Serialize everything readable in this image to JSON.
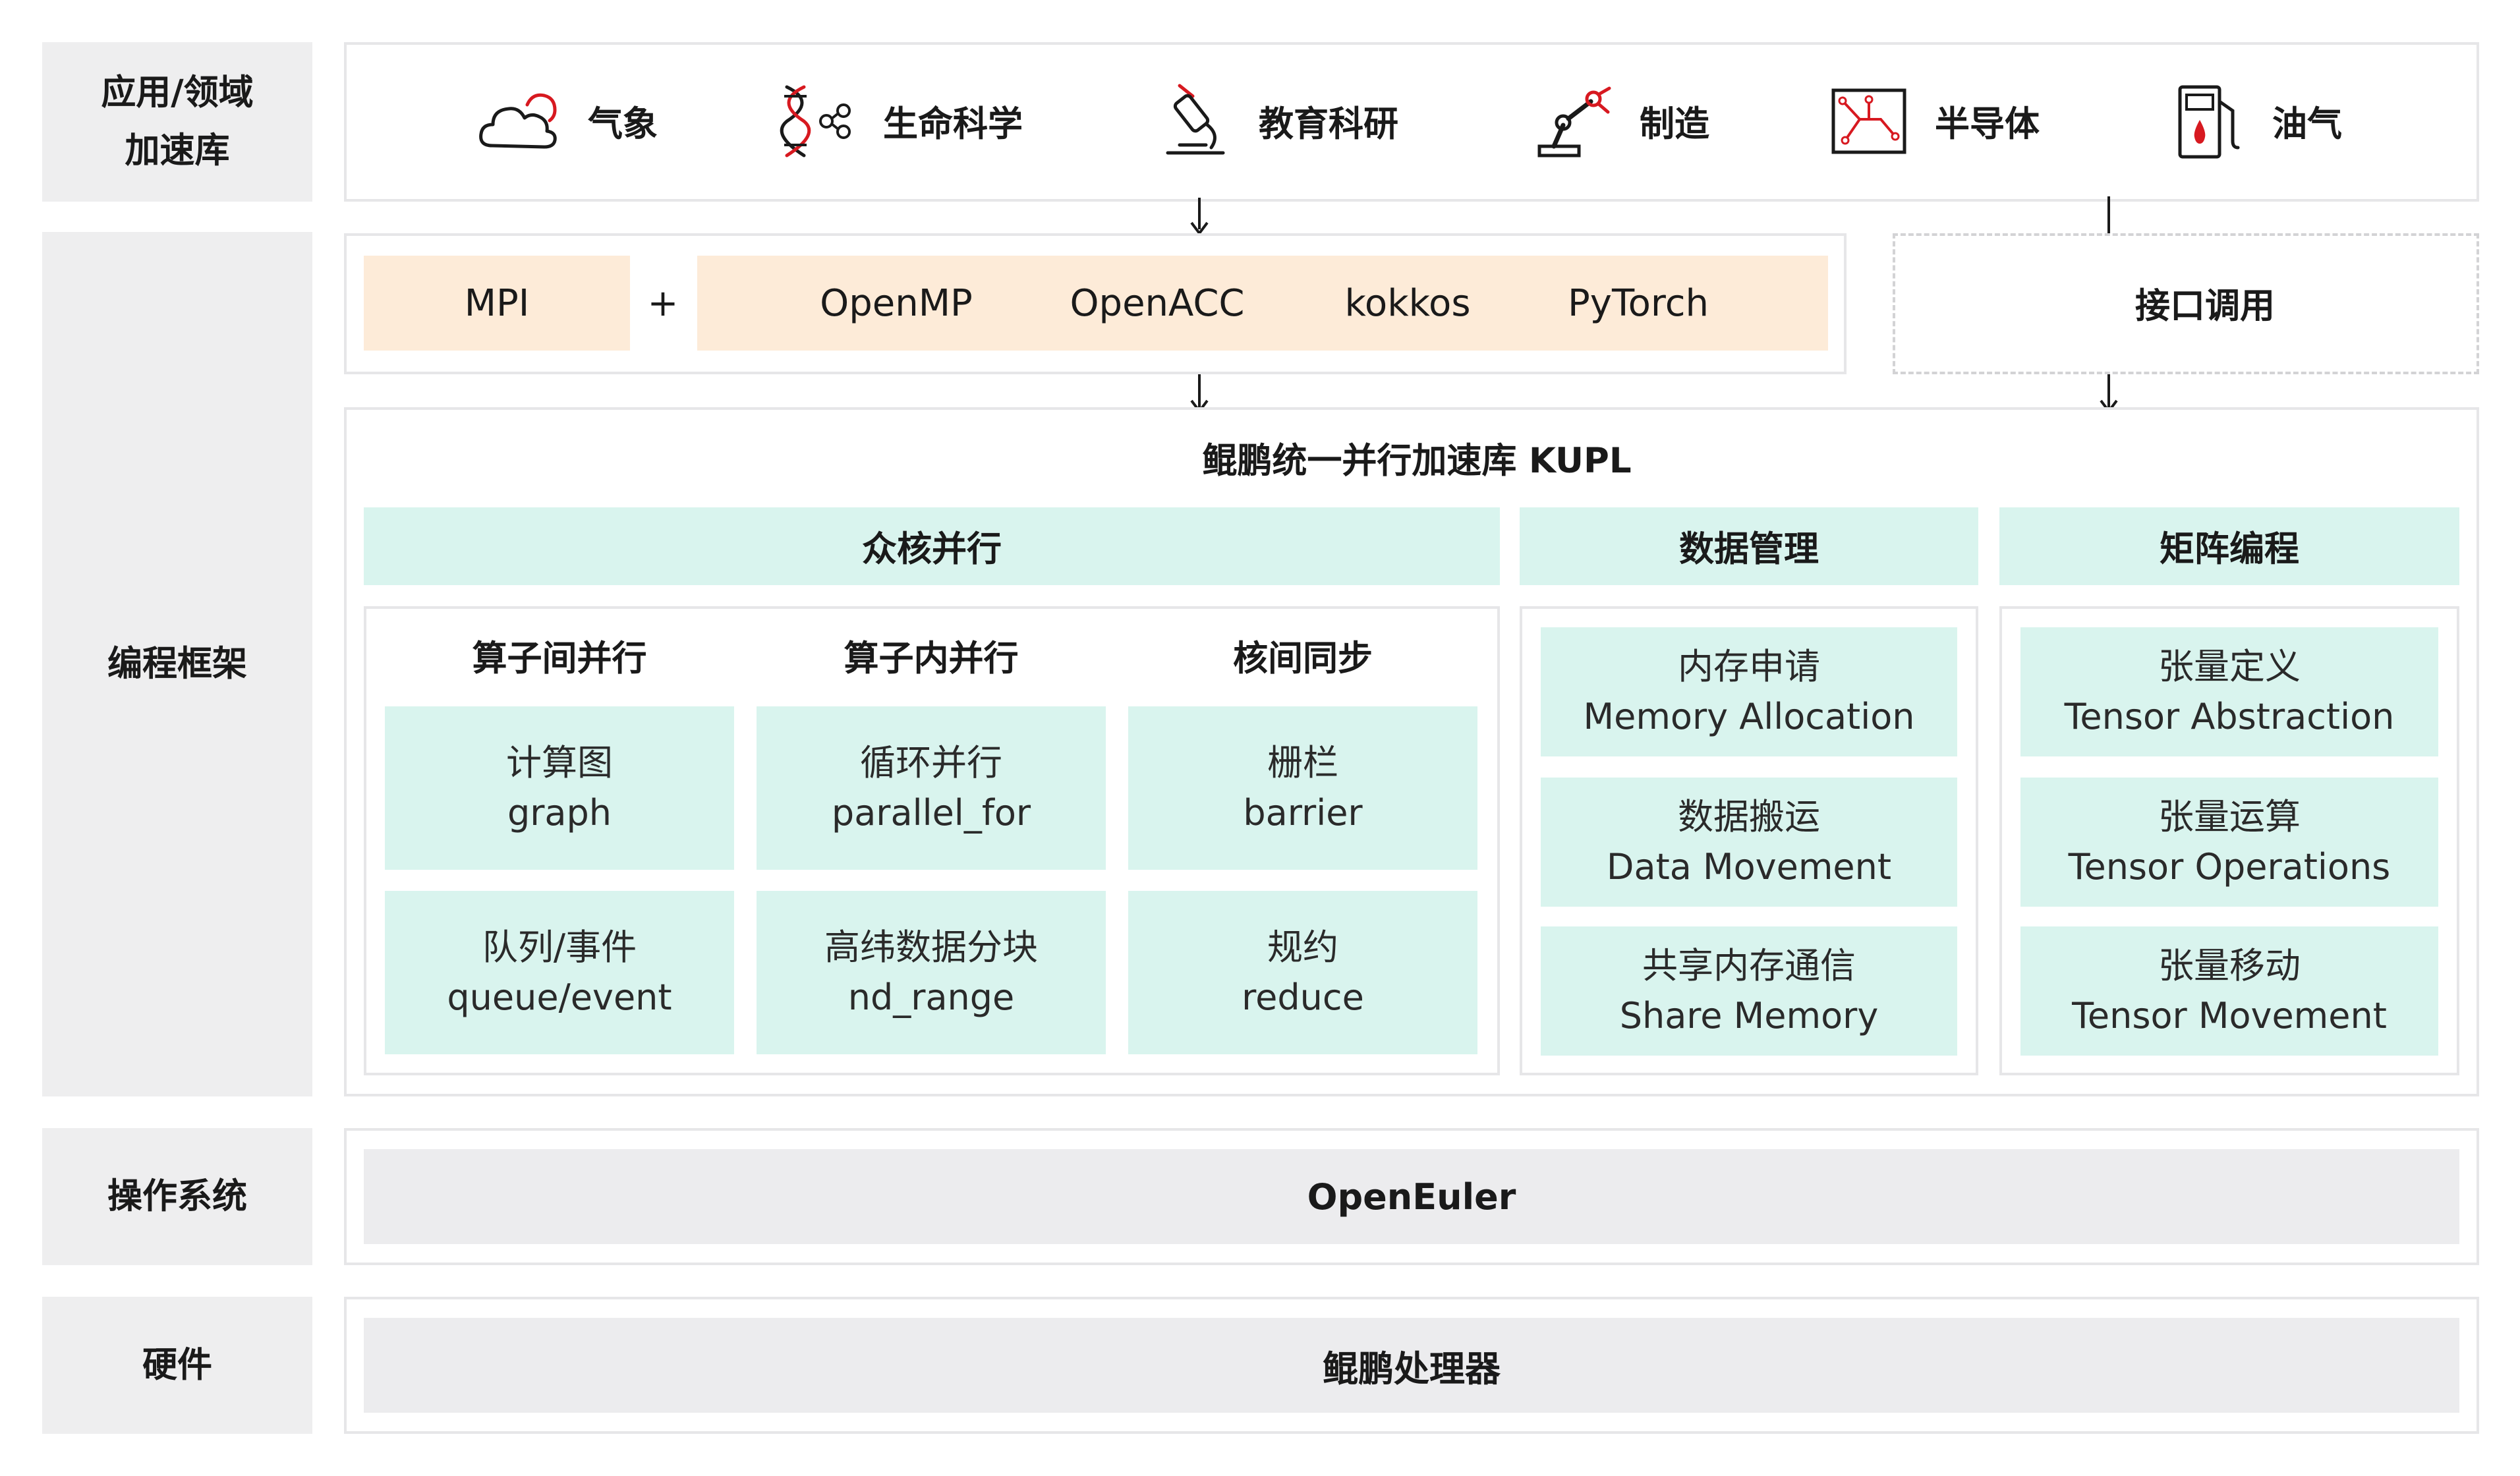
{
  "layers": {
    "app": "应用/领域\n加速库",
    "framework": "编程框架",
    "os": "操作系统",
    "hardware": "硬件"
  },
  "domains": [
    {
      "label": "气象",
      "icon": "cloud-icon"
    },
    {
      "label": "生命科学",
      "icon": "dna-icon"
    },
    {
      "label": "教育科研",
      "icon": "microscope-icon"
    },
    {
      "label": "制造",
      "icon": "robot-arm-icon"
    },
    {
      "label": "半导体",
      "icon": "circuit-board-icon"
    },
    {
      "label": "油气",
      "icon": "fuel-pump-icon"
    }
  ],
  "frameworks": {
    "mpi": "MPI",
    "plus": "+",
    "items": [
      "OpenMP",
      "OpenACC",
      "kokkos",
      "PyTorch"
    ]
  },
  "interface_call": "接口调用",
  "kupl": {
    "title": "鲲鹏统一并行加速库 KUPL",
    "many_core": {
      "header": "众核并行",
      "columns": [
        {
          "header": "算子间并行",
          "cells": [
            {
              "cn": "计算图",
              "en": "graph"
            },
            {
              "cn": "队列/事件",
              "en": "queue/event"
            }
          ]
        },
        {
          "header": "算子内并行",
          "cells": [
            {
              "cn": "循环并行",
              "en": "parallel_for"
            },
            {
              "cn": "高纬数据分块",
              "en": "nd_range"
            }
          ]
        },
        {
          "header": "核间同步",
          "cells": [
            {
              "cn": "栅栏",
              "en": "barrier"
            },
            {
              "cn": "规约",
              "en": "reduce"
            }
          ]
        }
      ]
    },
    "data_mgmt": {
      "header": "数据管理",
      "cells": [
        {
          "cn": "内存申请",
          "en": "Memory Allocation"
        },
        {
          "cn": "数据搬运",
          "en": "Data Movement"
        },
        {
          "cn": "共享内存通信",
          "en": "Share Memory"
        }
      ]
    },
    "matrix": {
      "header": "矩阵编程",
      "cells": [
        {
          "cn": "张量定义",
          "en": "Tensor Abstraction"
        },
        {
          "cn": "张量运算",
          "en": "Tensor Operations"
        },
        {
          "cn": "张量移动",
          "en": "Tensor Movement"
        }
      ]
    }
  },
  "os": "OpenEuler",
  "hardware": "鲲鹏处理器",
  "colors": {
    "label_bg": "#eeeeef",
    "peach": "#fdebd8",
    "mint": "#d9f4ee",
    "grey_bar": "#ececee",
    "icon_red": "#d71920",
    "border": "#e6e6e8"
  }
}
